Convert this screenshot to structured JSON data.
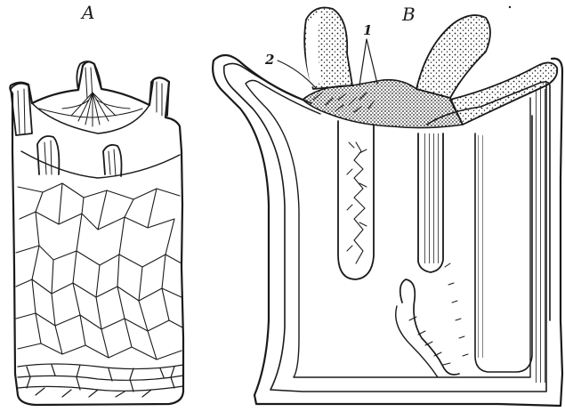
{
  "figure": {
    "panel_a_label": "A",
    "panel_b_label": "B",
    "callout_1": "1",
    "callout_2": "2",
    "ink_color": "#1a1a1a",
    "paper_color": "#ffffff"
  }
}
